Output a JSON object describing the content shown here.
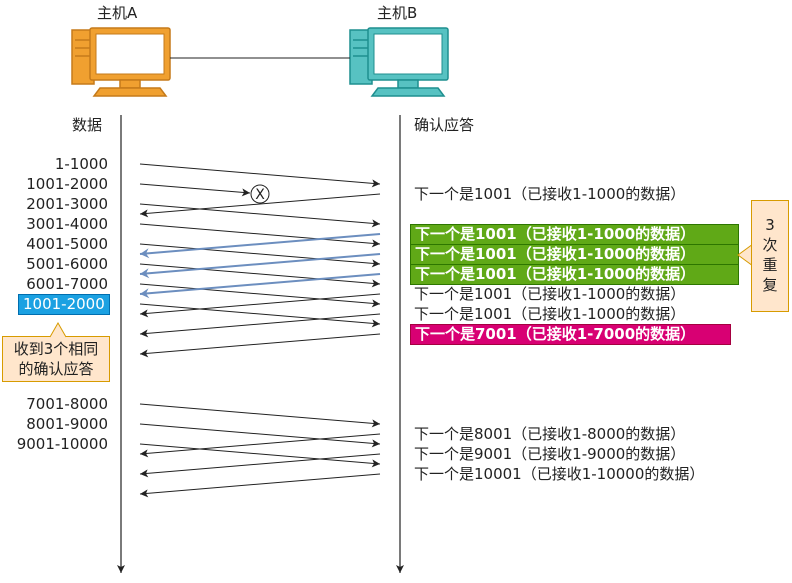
{
  "hosts": {
    "a": {
      "label": "主机A",
      "color": "#f0a030",
      "stroke": "#c57a1a"
    },
    "b": {
      "label": "主机B",
      "color": "#57c2c2",
      "stroke": "#1f8f8f"
    }
  },
  "columns": {
    "left_header": "数据",
    "right_header": "确认应答"
  },
  "segments": [
    "1-1000",
    "1001-2000",
    "2001-3000",
    "3001-4000",
    "4001-5000",
    "5001-6000",
    "6001-7000"
  ],
  "retransmit_segment": "1001-2000",
  "segments_later": [
    "7001-8000",
    "8001-9000",
    "9001-10000"
  ],
  "loss_marker": "X",
  "acks": {
    "first": "下一个是1001（已接收1-1000的数据）",
    "dup1": "下一个是1001（已接收1-1000的数据）",
    "dup2": "下一个是1001（已接收1-1000的数据）",
    "dup3": "下一个是1001（已接收1-1000的数据）",
    "plain4": "下一个是1001（已接收1-1000的数据）",
    "plain5": "下一个是1001（已接收1-1000的数据）",
    "after_retx": "下一个是7001（已接收1-7000的数据）",
    "later1": "下一个是8001（已接收1-8000的数据）",
    "later2": "下一个是9001（已接收1-9000的数据）",
    "later3": "下一个是10001（已接收1-10000的数据）"
  },
  "notes": {
    "triple_dup": [
      "3",
      "次",
      "重",
      "复"
    ],
    "received_same": [
      "收到3个相同",
      "的确认应答"
    ]
  },
  "colors": {
    "arrow": "#222222",
    "dup_arrow": "#6c8ebf",
    "green": "#60a917",
    "pink": "#d80073",
    "blue": "#1ba1e2"
  }
}
